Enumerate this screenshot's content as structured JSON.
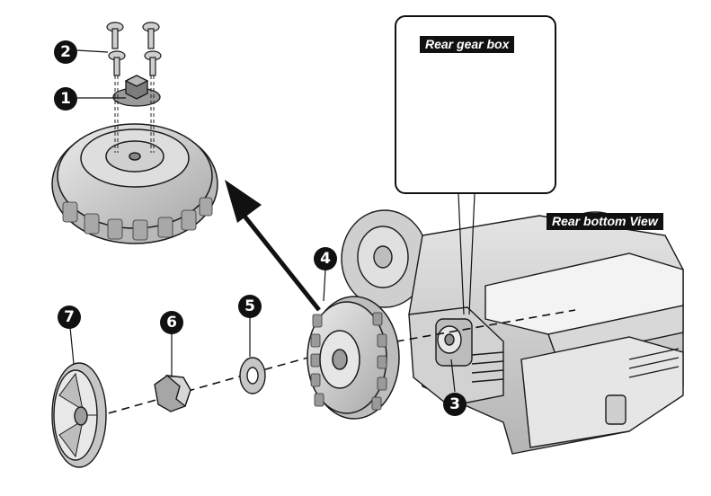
{
  "callouts": {
    "c1": "1",
    "c2": "2",
    "c3": "3",
    "c4": "4",
    "c5": "5",
    "c6": "6",
    "c7": "7"
  },
  "labels": {
    "rear_gear_box": "Rear gear box",
    "rear_bottom_view": "Rear bottom View"
  },
  "colors": {
    "part_fill": "#d9d9d9",
    "part_shadow": "#a6a6a6",
    "outline": "#1a1a1a",
    "label_bg": "#111111"
  }
}
